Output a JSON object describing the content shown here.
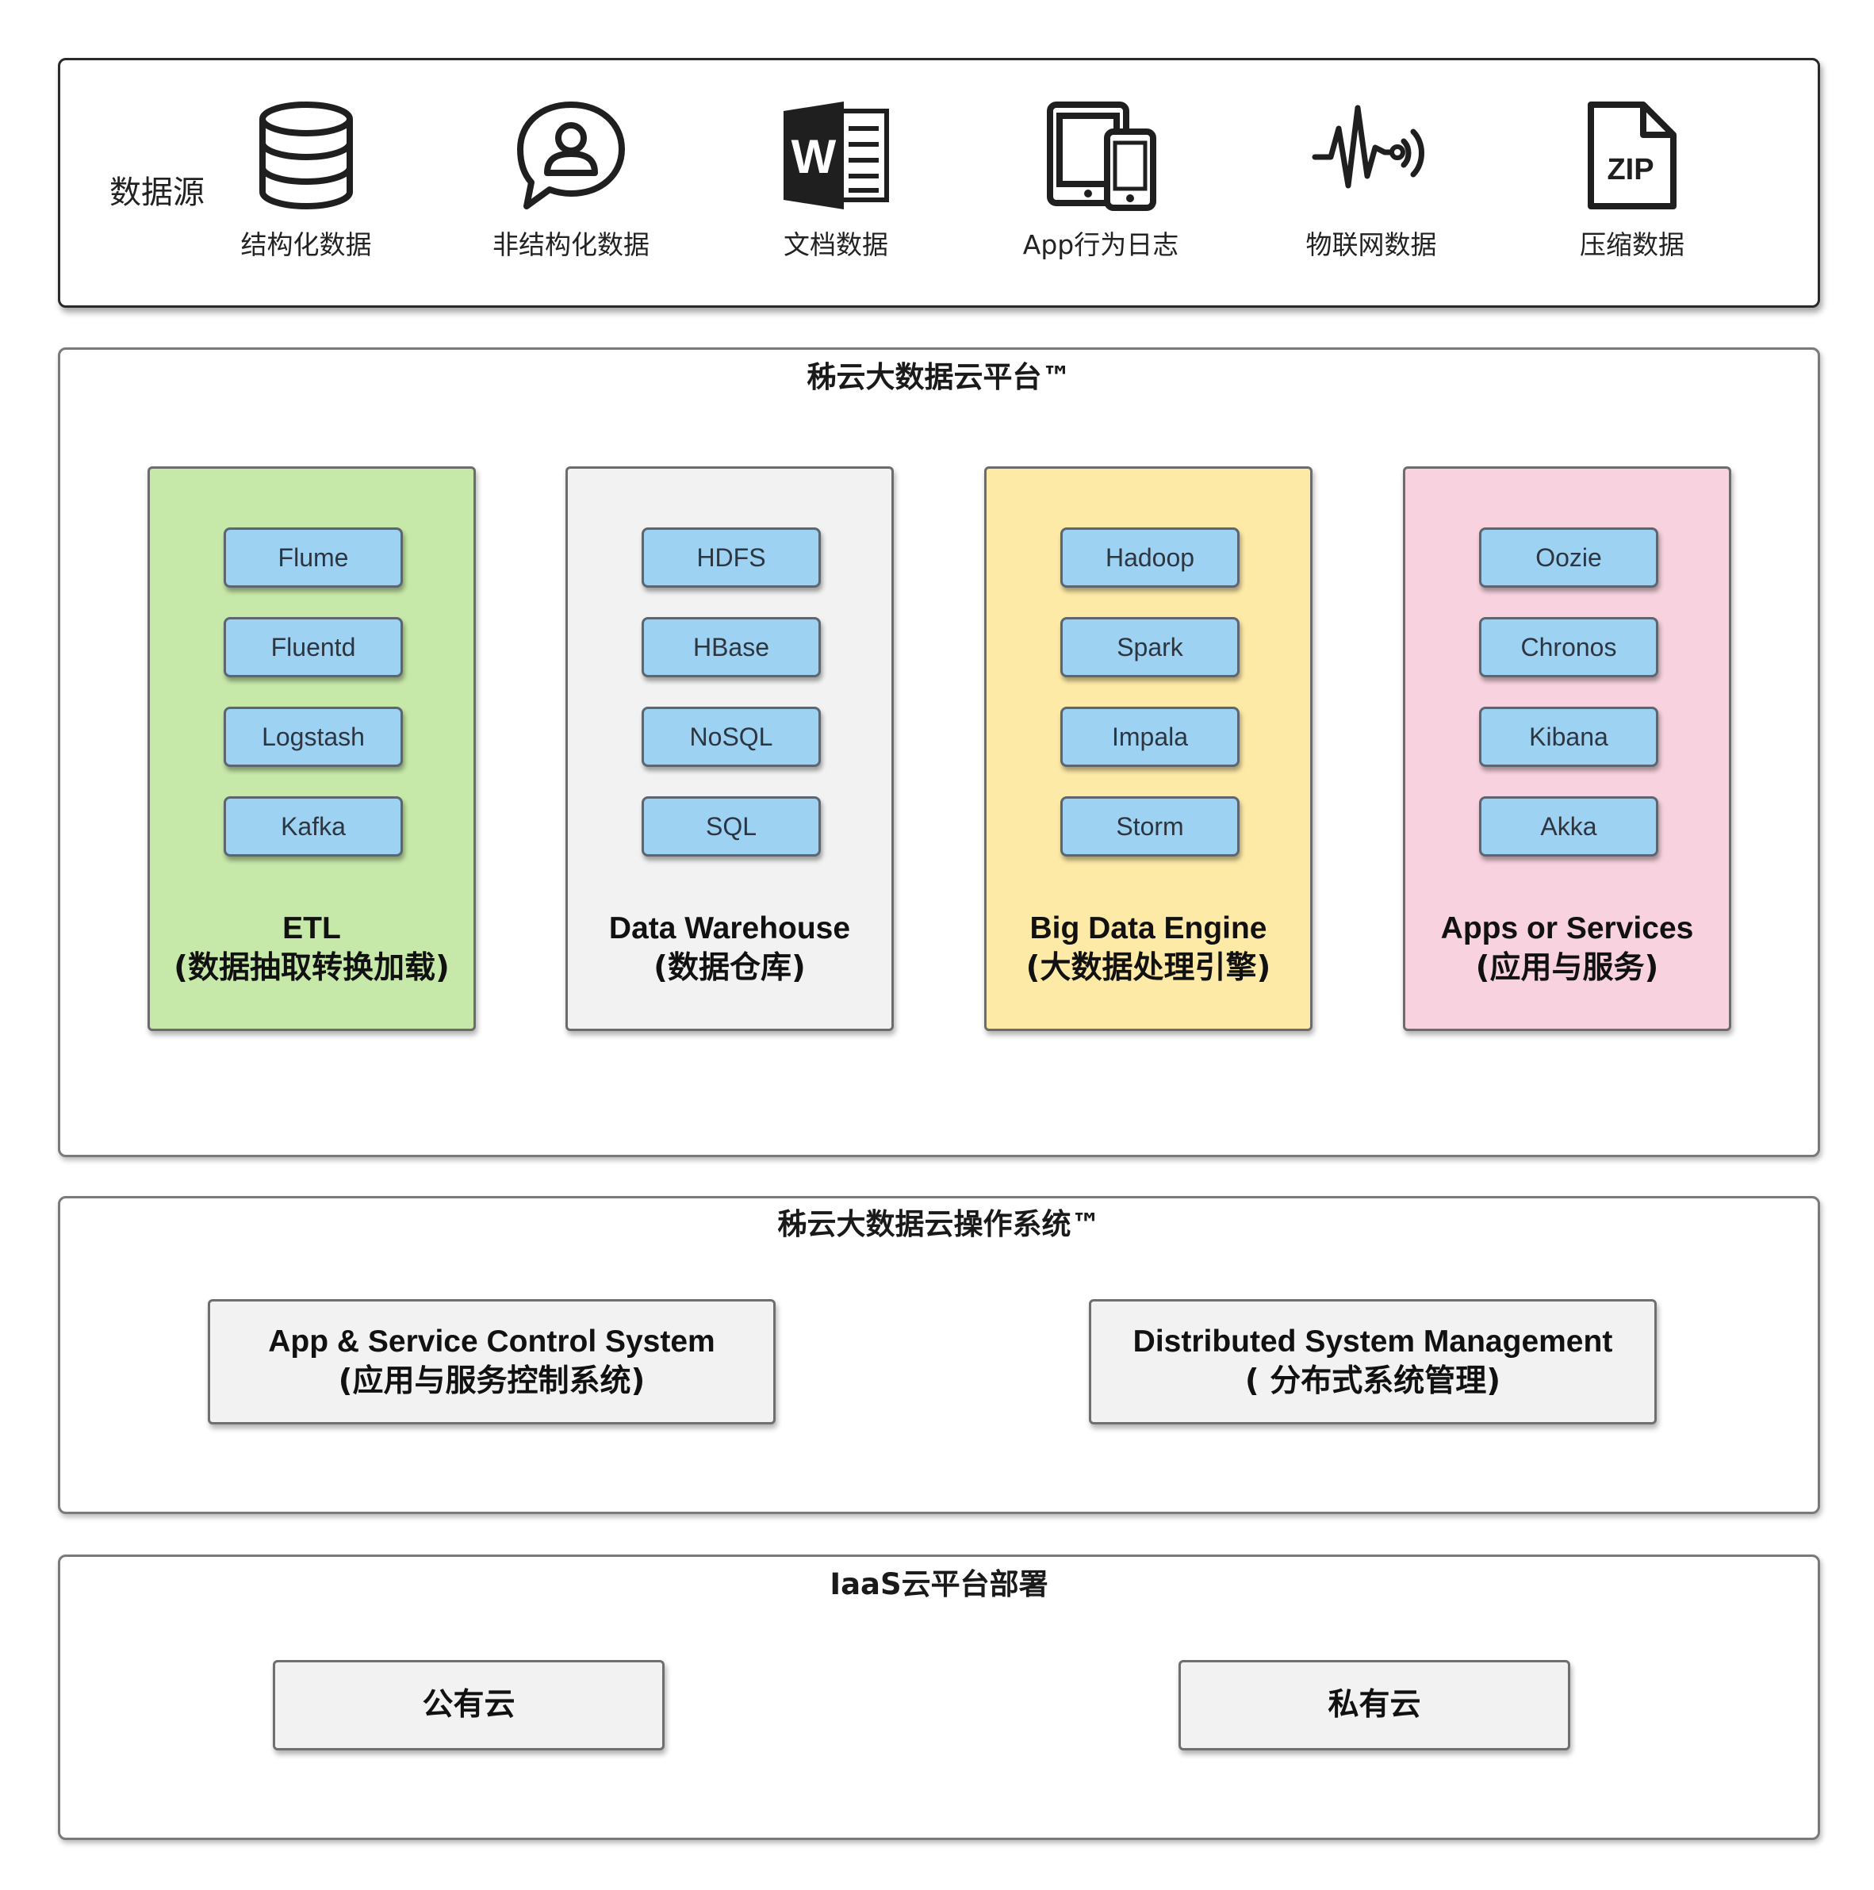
{
  "sources": {
    "label": "数据源",
    "items": [
      {
        "icon": "database-icon",
        "label": "结构化数据"
      },
      {
        "icon": "chat-user-icon",
        "label": "非结构化数据"
      },
      {
        "icon": "word-document-icon",
        "label": "文档数据"
      },
      {
        "icon": "devices-icon",
        "label": "App行为日志"
      },
      {
        "icon": "iot-signal-icon",
        "label": "物联网数据"
      },
      {
        "icon": "zip-file-icon",
        "label": "压缩数据"
      }
    ]
  },
  "platform": {
    "title": "秭云大数据云平台™",
    "columns": [
      {
        "color": "#c6e8a8",
        "tools": [
          "Flume",
          "Fluentd",
          "Logstash",
          "Kafka"
        ],
        "title": "ETL",
        "subtitle": "(数据抽取转换加载)"
      },
      {
        "color": "#f2f2f2",
        "tools": [
          "HDFS",
          "HBase",
          "NoSQL",
          "SQL"
        ],
        "title": "Data Warehouse",
        "subtitle": "(数据仓库)"
      },
      {
        "color": "#feeaa7",
        "tools": [
          "Hadoop",
          "Spark",
          "Impala",
          "Storm"
        ],
        "title": "Big Data Engine",
        "subtitle": "(大数据处理引擎)"
      },
      {
        "color": "#f8d2de",
        "tools": [
          "Oozie",
          "Chronos",
          "Kibana",
          "Akka"
        ],
        "title": "Apps or Services",
        "subtitle": "(应用与服务)"
      }
    ]
  },
  "os": {
    "title": "秭云大数据云操作系统™",
    "boxes": [
      {
        "title": "App & Service Control System",
        "subtitle": "(应用与服务控制系统)"
      },
      {
        "title": "Distributed System Management",
        "subtitle": "( 分布式系统管理)"
      }
    ]
  },
  "iaas": {
    "title": "IaaS云平台部署",
    "boxes": [
      {
        "label": "公有云"
      },
      {
        "label": "私有云"
      }
    ]
  }
}
